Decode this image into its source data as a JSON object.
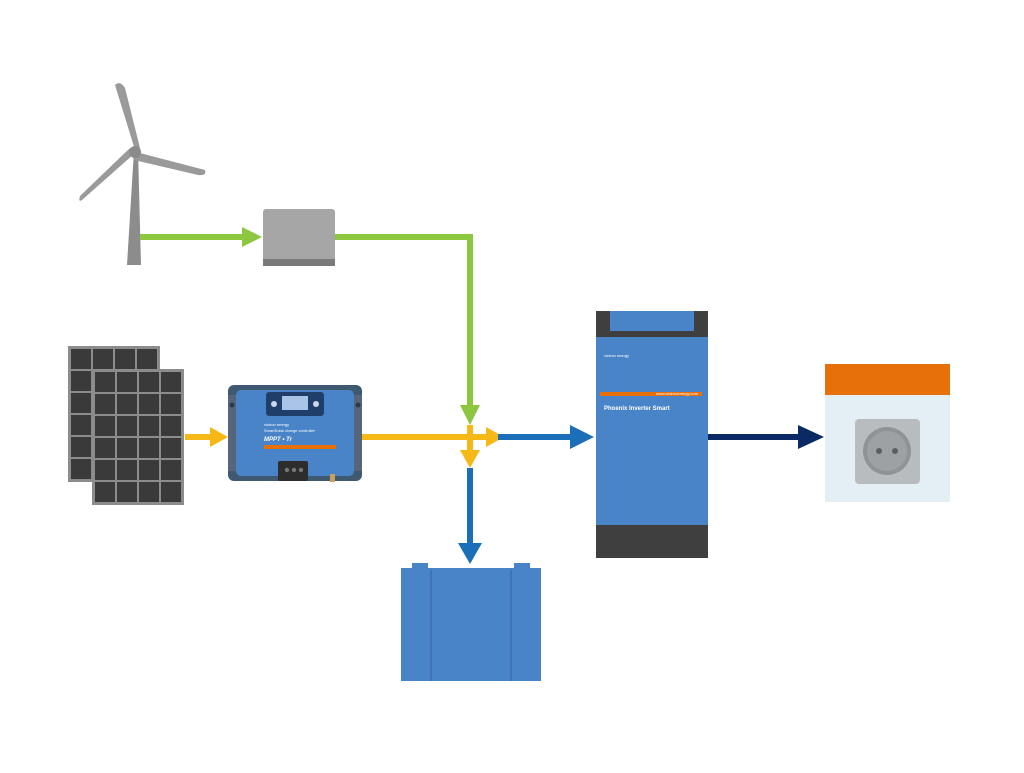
{
  "colors": {
    "wind_flow": "#8dc63f",
    "solar_flow": "#f6b816",
    "battery_flow": "#1b6fb8",
    "ac_flow": "#0b2a63",
    "device_blue": "#4a84c8",
    "device_dark": "#3a3a3a",
    "socket_orange": "#e8700a",
    "socket_panel": "#e3eef5"
  },
  "icons": [
    "wind-turbine-icon",
    "solar-panel-icon",
    "wind-controller-icon",
    "mppt-controller-icon",
    "battery-icon",
    "inverter-icon",
    "power-socket-icon"
  ],
  "labels": {
    "mppt_brand": "victron energy",
    "mppt_line1": "SmartSolar charge controller",
    "mppt_line2": "MPPT • Tr",
    "inverter_brand": "victron energy",
    "inverter_name": "Phoenix Inverter Smart",
    "inverter_url": "www.victronenergy.com"
  }
}
